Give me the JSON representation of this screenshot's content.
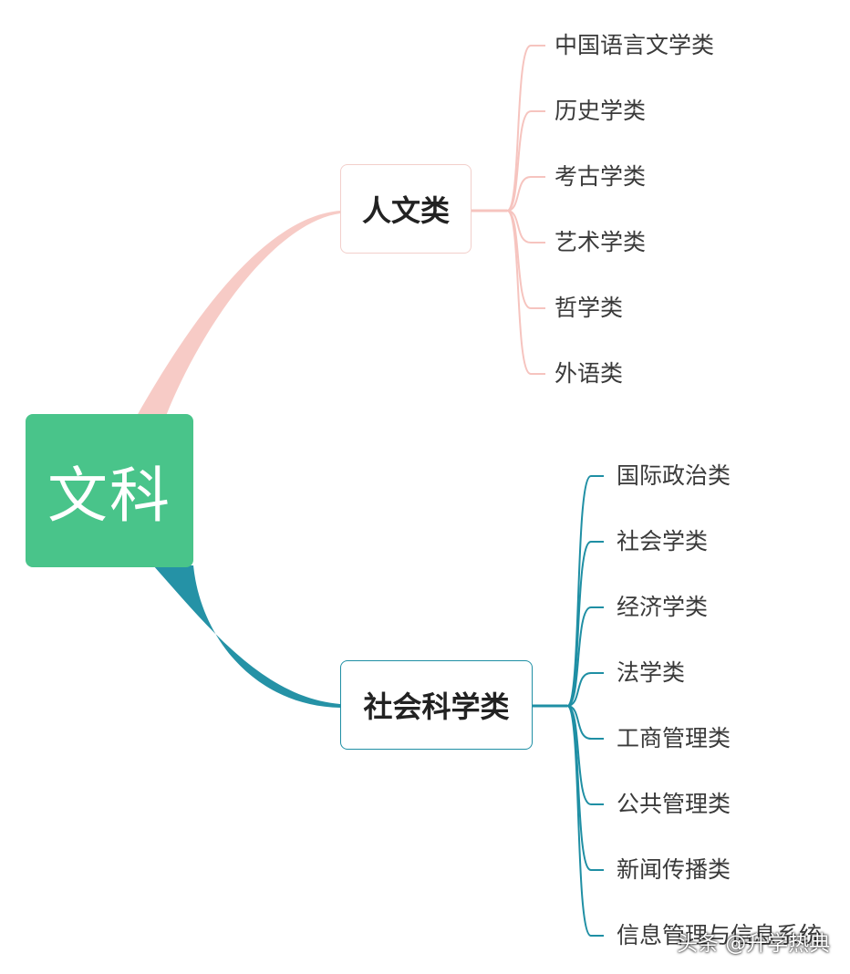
{
  "root": {
    "label": "文科",
    "color": "#49c48a"
  },
  "branches": [
    {
      "label": "人文类",
      "color": "#f6c4bf",
      "children": [
        "中国语言文学类",
        "历史学类",
        "考古学类",
        "艺术学类",
        "哲学类",
        "外语类"
      ]
    },
    {
      "label": "社会科学类",
      "color": "#1f8fa4",
      "children": [
        "国际政治类",
        "社会学类",
        "经济学类",
        "法学类",
        "工商管理类",
        "公共管理类",
        "新闻传播类",
        "信息管理与信息系统"
      ]
    }
  ],
  "watermark": "头条 @升学热典"
}
